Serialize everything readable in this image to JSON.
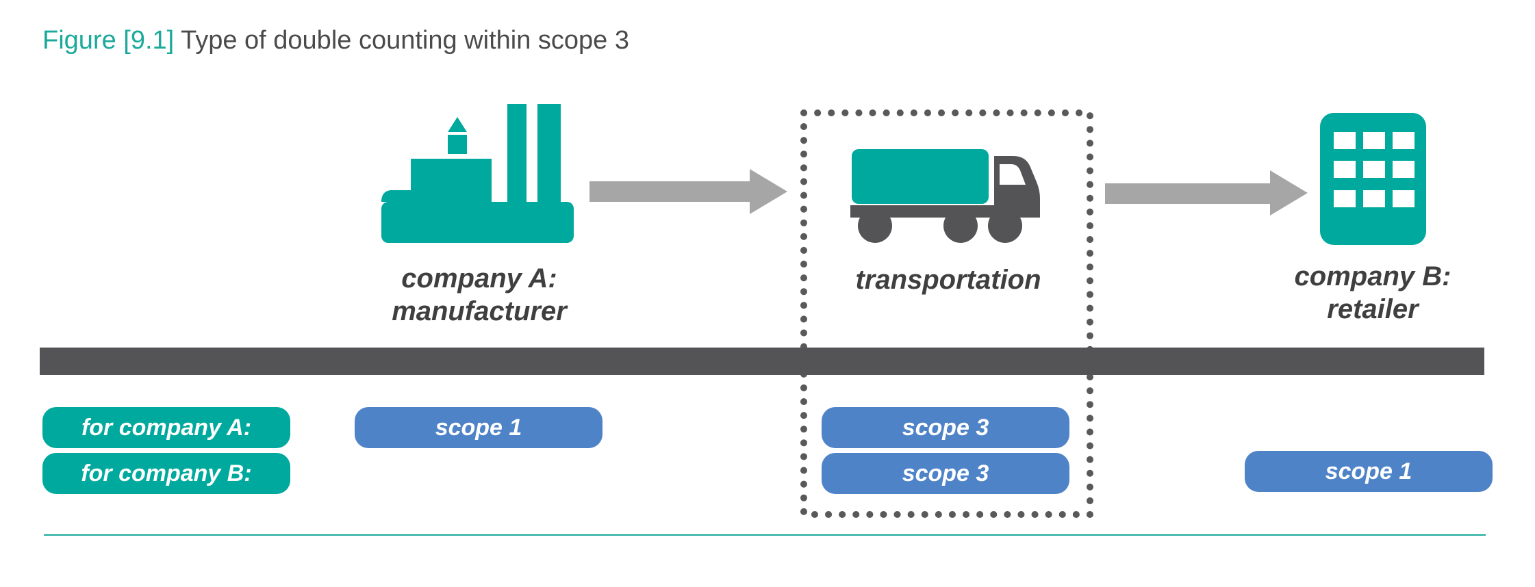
{
  "title": {
    "number": "Figure [9.1]",
    "text": "Type of double counting within scope 3"
  },
  "entities": {
    "company_a": {
      "line1": "company A:",
      "line2": "manufacturer"
    },
    "transport": {
      "line1": "transportation"
    },
    "company_b": {
      "line1": "company B:",
      "line2": "retailer"
    }
  },
  "rows": {
    "a_label": "for company A:",
    "b_label": "for company B:"
  },
  "scopes": {
    "a_manufacturer": "scope 1",
    "a_transport": "scope 3",
    "b_transport": "scope 3",
    "b_retailer": "scope 1"
  },
  "colors": {
    "teal": "#00a99d",
    "blue": "#4f83c7",
    "dark": "#545456",
    "arrow": "#a6a6a6"
  }
}
